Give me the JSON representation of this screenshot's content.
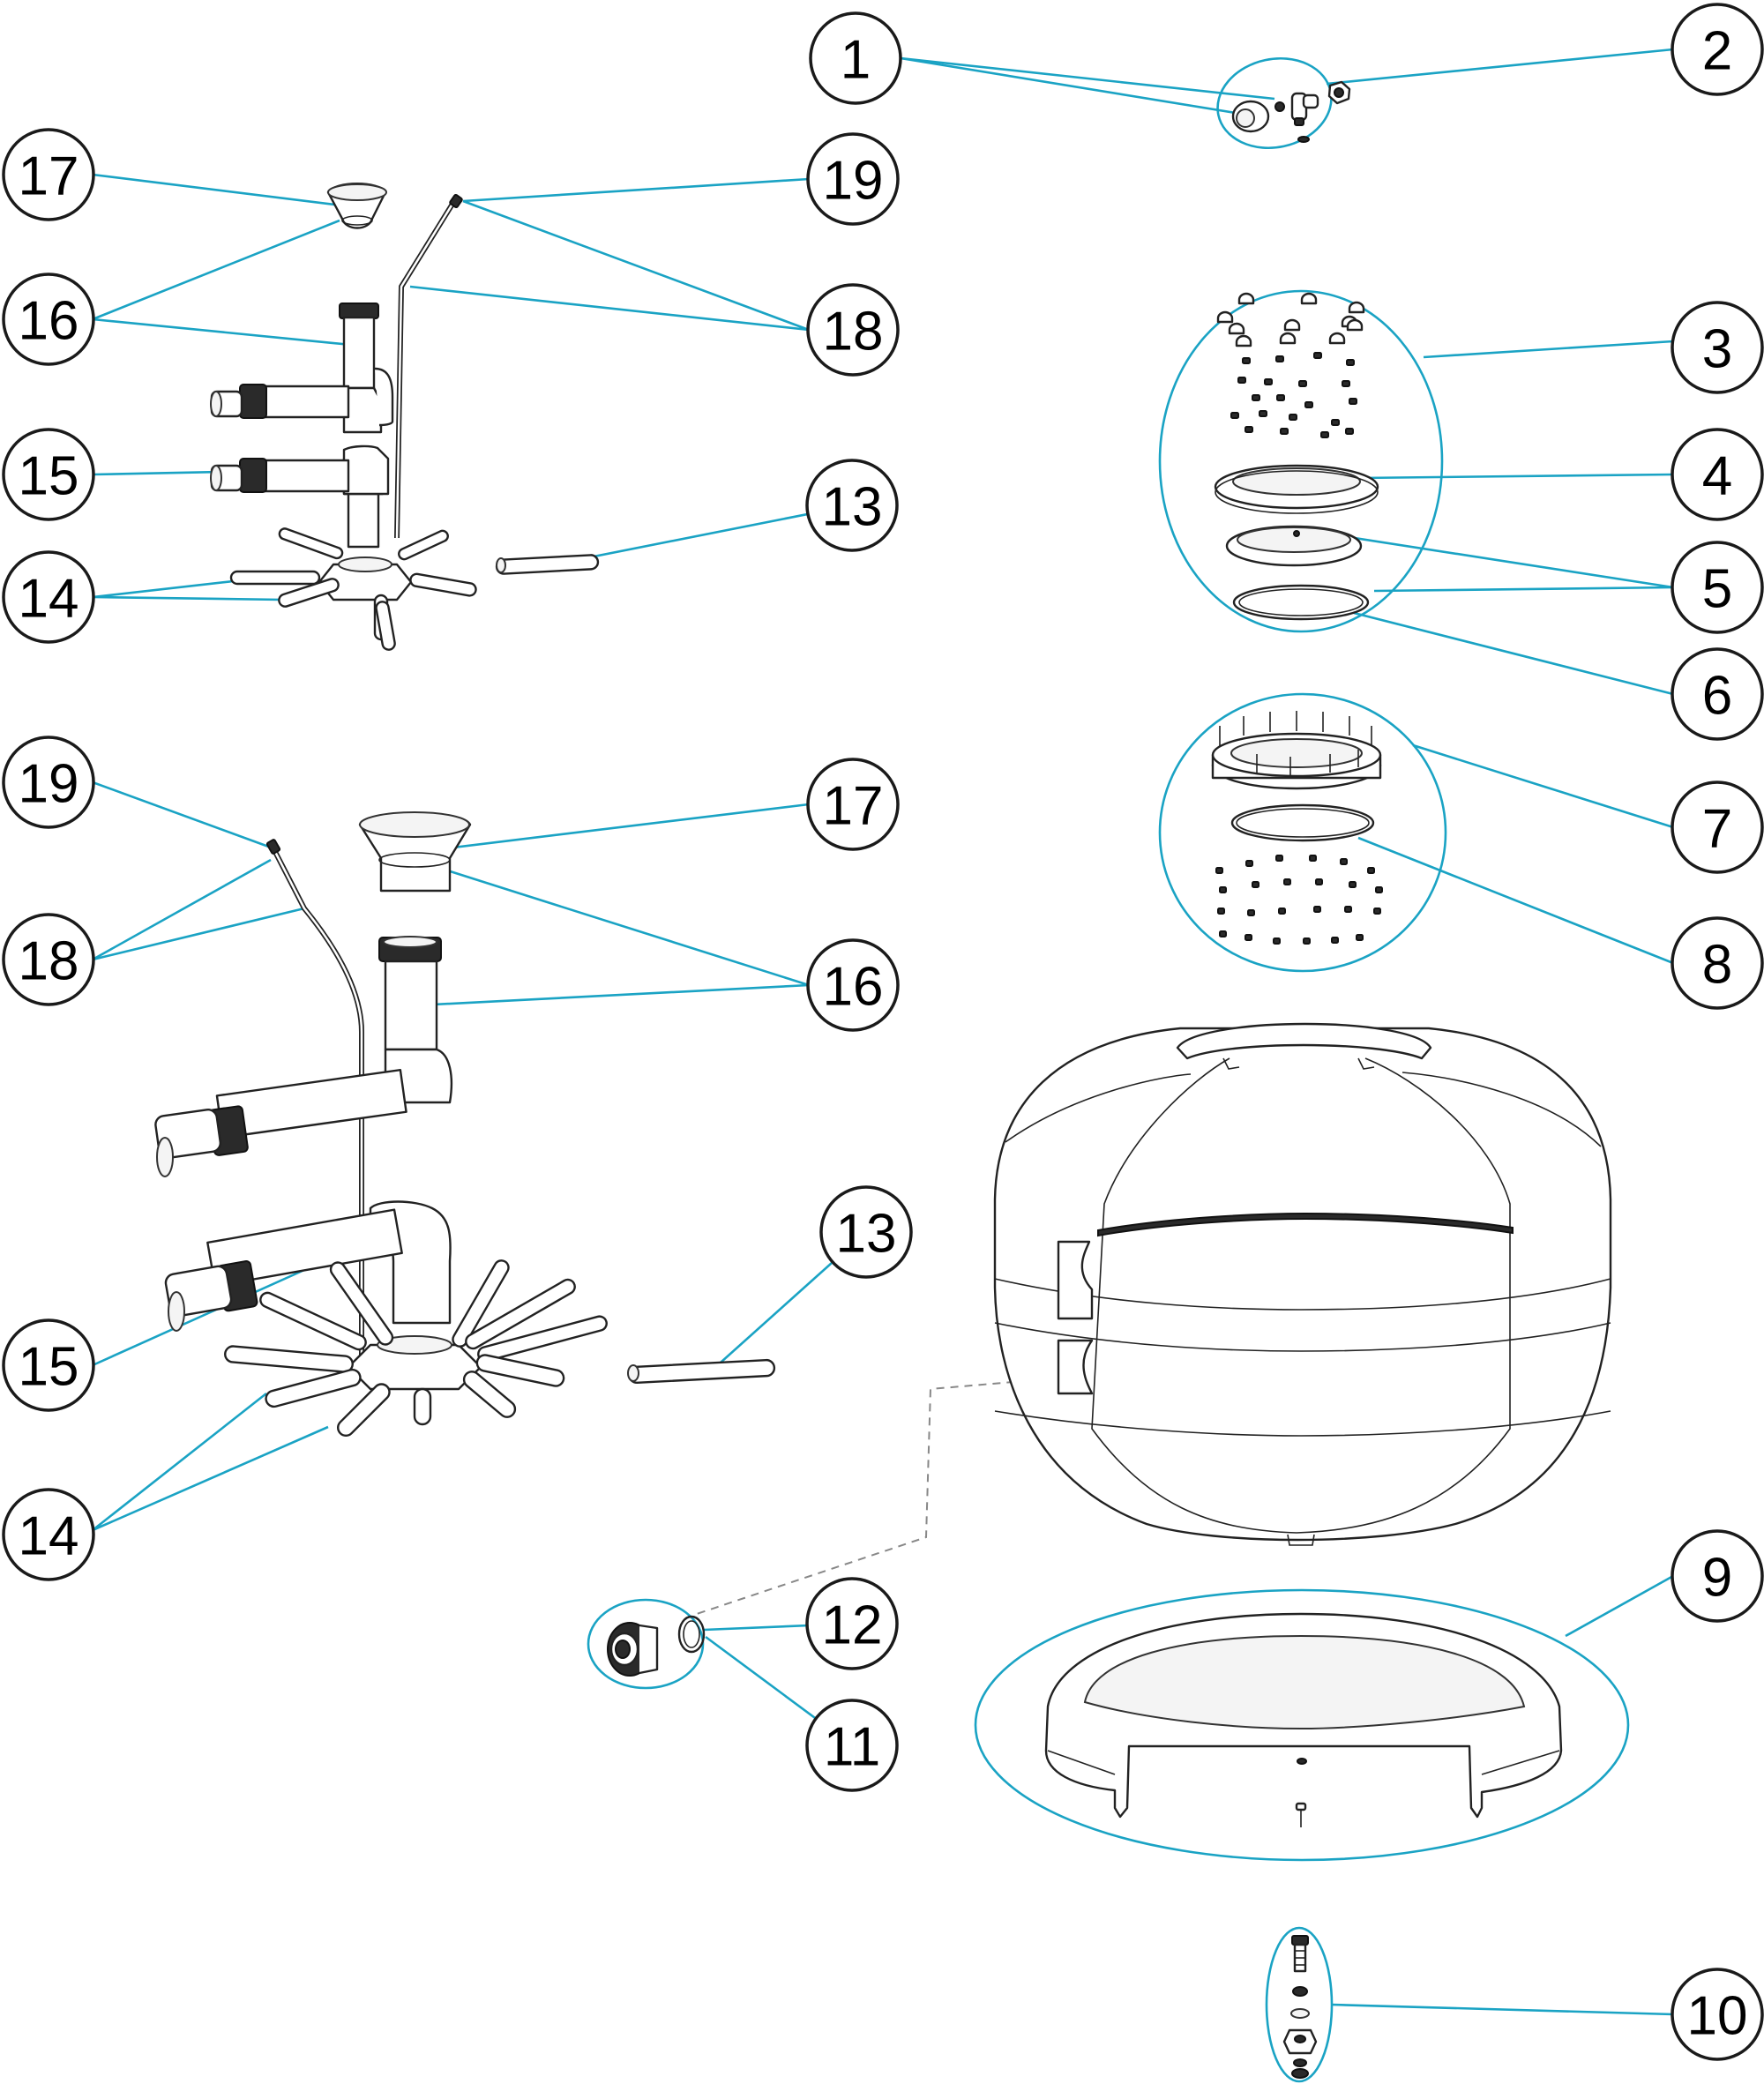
{
  "callouts": [
    {
      "id": "c1",
      "label": "1"
    },
    {
      "id": "c2",
      "label": "2"
    },
    {
      "id": "c3",
      "label": "3"
    },
    {
      "id": "c4",
      "label": "4"
    },
    {
      "id": "c5",
      "label": "5"
    },
    {
      "id": "c6",
      "label": "6"
    },
    {
      "id": "c7",
      "label": "7"
    },
    {
      "id": "c8",
      "label": "8"
    },
    {
      "id": "c9",
      "label": "9"
    },
    {
      "id": "c10",
      "label": "10"
    },
    {
      "id": "c11",
      "label": "11"
    },
    {
      "id": "c12",
      "label": "12"
    },
    {
      "id": "c13a",
      "label": "13"
    },
    {
      "id": "c13b",
      "label": "13"
    },
    {
      "id": "c14a",
      "label": "14"
    },
    {
      "id": "c14b",
      "label": "14"
    },
    {
      "id": "c15a",
      "label": "15"
    },
    {
      "id": "c15b",
      "label": "15"
    },
    {
      "id": "c16a",
      "label": "16"
    },
    {
      "id": "c16b",
      "label": "16"
    },
    {
      "id": "c17a",
      "label": "17"
    },
    {
      "id": "c17b",
      "label": "17"
    },
    {
      "id": "c18a",
      "label": "18"
    },
    {
      "id": "c18b",
      "label": "18"
    },
    {
      "id": "c19a",
      "label": "19"
    },
    {
      "id": "c19b",
      "label": "19"
    }
  ],
  "colors": {
    "leader": "#1aa3c4",
    "outline": "#1a1a1a"
  }
}
